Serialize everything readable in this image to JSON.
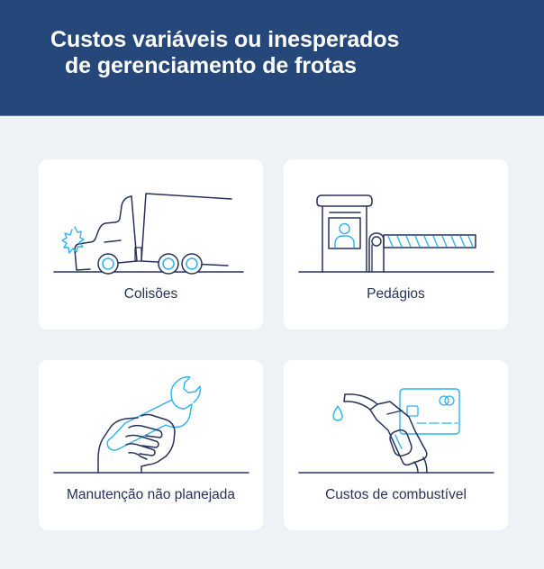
{
  "header": {
    "title_line1": "Custos variáveis ou inesperados",
    "title_line2": "de gerenciamento de frotas"
  },
  "colors": {
    "header_bg": "#26477a",
    "page_bg": "#eef1f6",
    "card_bg": "#ffffff",
    "line_dark": "#26325a",
    "line_accent": "#2bb3f0"
  },
  "cards": [
    {
      "label": "Colisões",
      "icon": "truck-collision-icon"
    },
    {
      "label": "Pedágios",
      "icon": "toll-booth-icon"
    },
    {
      "label": "Manutenção não planejada",
      "icon": "hand-wrench-icon"
    },
    {
      "label": "Custos de combustível",
      "icon": "fuel-pump-card-icon"
    }
  ]
}
